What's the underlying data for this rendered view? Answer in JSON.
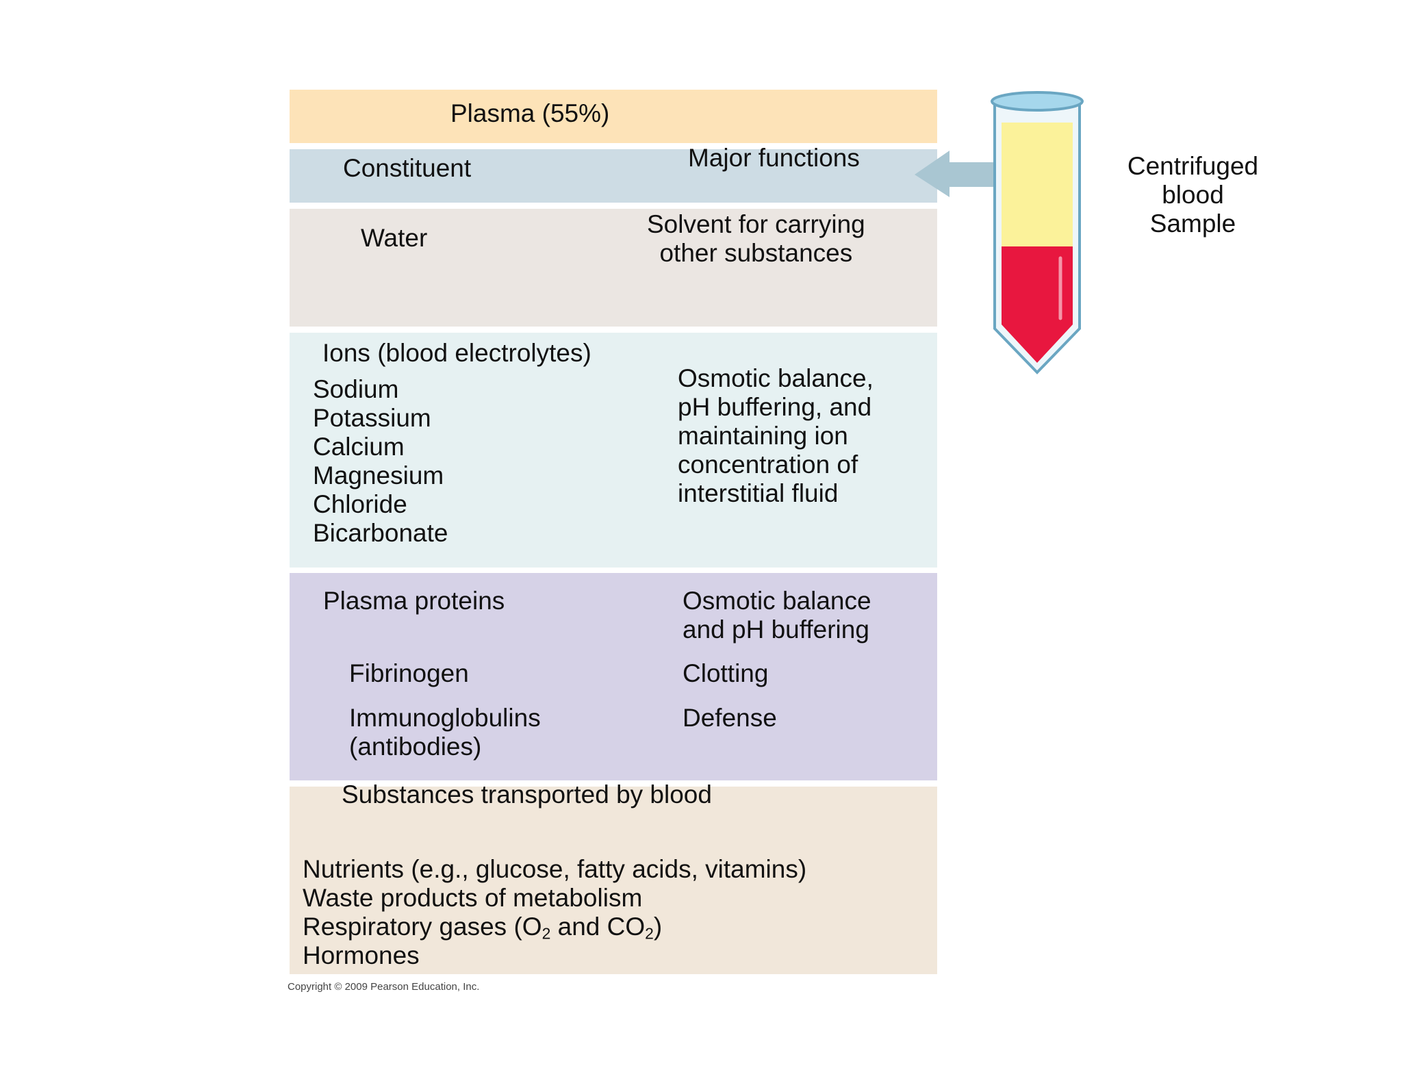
{
  "plasma_header": "Plasma (55%)",
  "columns": {
    "constituent": "Constituent",
    "functions": "Major functions"
  },
  "water": {
    "name": "Water",
    "function_lines": [
      "Solvent for carrying",
      "other substances"
    ]
  },
  "ions": {
    "heading": "Ions (blood electrolytes)",
    "items": [
      "Sodium",
      "Potassium",
      "Calcium",
      "Magnesium",
      "Chloride",
      "Bicarbonate"
    ],
    "function_lines": [
      "Osmotic balance,",
      "pH buffering, and",
      "maintaining ion",
      "concentration of",
      "interstitial fluid"
    ]
  },
  "proteins": {
    "heading": "Plasma proteins",
    "function_lines": [
      "Osmotic balance",
      "and pH buffering"
    ],
    "fibrinogen": "Fibrinogen",
    "clotting": "Clotting",
    "immuno_lines": [
      "Immunoglobulins",
      "(antibodies)"
    ],
    "defense": "Defense"
  },
  "transported": {
    "heading": "Substances transported by blood",
    "nutrients": "Nutrients (e.g., glucose, fatty acids, vitamins)",
    "waste": "Waste products of metabolism",
    "gases": {
      "prefix": "Respiratory gases (O",
      "sub1": "2",
      "mid": " and CO",
      "sub2": "2",
      "suffix": ")"
    },
    "hormones": "Hormones"
  },
  "tube_caption_lines": [
    "Centrifuged",
    "blood",
    "Sample"
  ],
  "copyright": "Copyright © 2009 Pearson Education, Inc.",
  "colors": {
    "plasma_header_bg": "#fde3b8",
    "column_header_bg": "#cddce4",
    "water_bg": "#ebe6e2",
    "ions_bg": "#e6f1f2",
    "proteins_bg": "#d6d2e7",
    "transported_bg": "#f1e7da",
    "arrow": "#a9c6d2",
    "tube_plasma": "#fbf29a",
    "tube_cells": "#e8173f"
  }
}
